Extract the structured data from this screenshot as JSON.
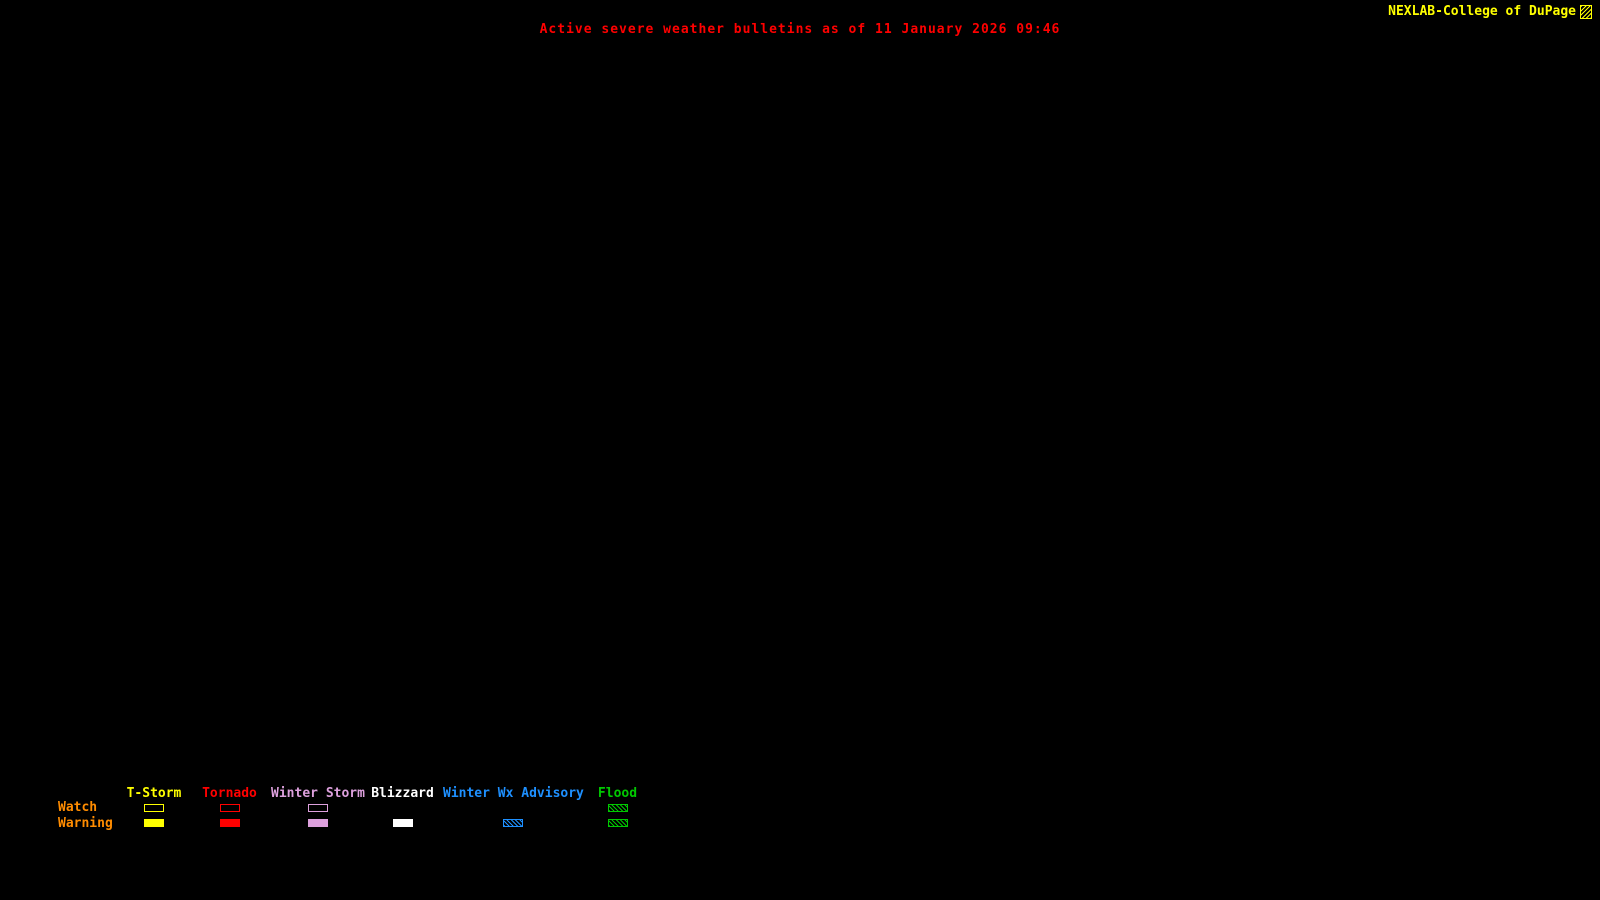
{
  "header": {
    "title": "Active severe weather bulletins as of 11 January 2026 09:46",
    "title_color": "#ff0000",
    "brand": "NEXLAB-College of DuPage",
    "brand_color": "#ffff00"
  },
  "legend": {
    "row_labels": {
      "watch": "Watch",
      "warning": "Warning",
      "color": "#ff8c00"
    },
    "columns": [
      {
        "label": "T-Storm",
        "color": "#ffff00",
        "watch": "outline",
        "warning": "filled"
      },
      {
        "label": "Tornado",
        "color": "#ff0000",
        "watch": "outline",
        "warning": "filled"
      },
      {
        "label": "Winter Storm",
        "color": "#dda0dd",
        "watch": "outline",
        "warning": "filled"
      },
      {
        "label": "Blizzard",
        "color": "#ffffff",
        "watch": "none",
        "warning": "filled"
      },
      {
        "label": "Winter Wx Advisory",
        "color": "#1e90ff",
        "watch": "none",
        "warning": "hatched"
      },
      {
        "label": "Flood",
        "color": "#00c800",
        "watch": "hatched",
        "warning": "hatched"
      }
    ]
  }
}
